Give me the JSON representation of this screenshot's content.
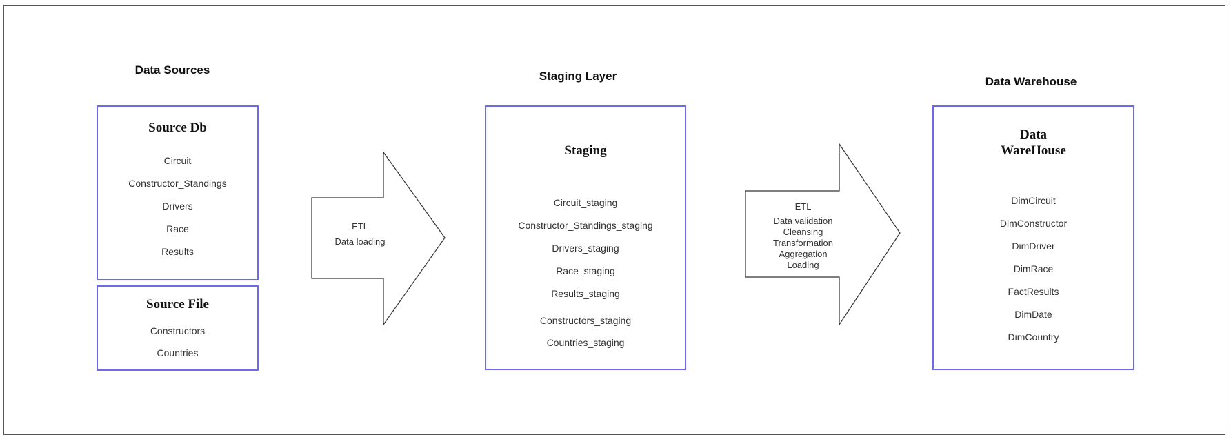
{
  "headings": {
    "sources": "Data Sources",
    "staging": "Staging Layer",
    "warehouse": "Data Warehouse"
  },
  "source_db": {
    "title": "Source Db",
    "items": [
      "Circuit",
      "Constructor_Standings",
      "Drivers",
      "Race",
      "Results"
    ]
  },
  "source_file": {
    "title": "Source File",
    "items": [
      "Constructors",
      "Countries"
    ]
  },
  "arrow1": {
    "lines": [
      "ETL",
      "Data loading"
    ]
  },
  "staging": {
    "title": "Staging",
    "items": [
      "Circuit_staging",
      "Constructor_Standings_staging",
      "Drivers_staging",
      "Race_staging",
      "Results_staging",
      "Constructors_staging",
      "Countries_staging"
    ]
  },
  "arrow2": {
    "lines": [
      "ETL",
      "Data validation",
      "Cleansing",
      "Transformation",
      "Aggregation",
      "Loading"
    ]
  },
  "warehouse": {
    "title": "Data\nWareHouse",
    "items": [
      "DimCircuit",
      "DimConstructor",
      "DimDriver",
      "DimRace",
      "FactResults",
      "DimDate",
      "DimCountry"
    ]
  },
  "colors": {
    "box_border": "#6b6bea",
    "frame_border": "#555555",
    "arrow_stroke": "#333333"
  }
}
